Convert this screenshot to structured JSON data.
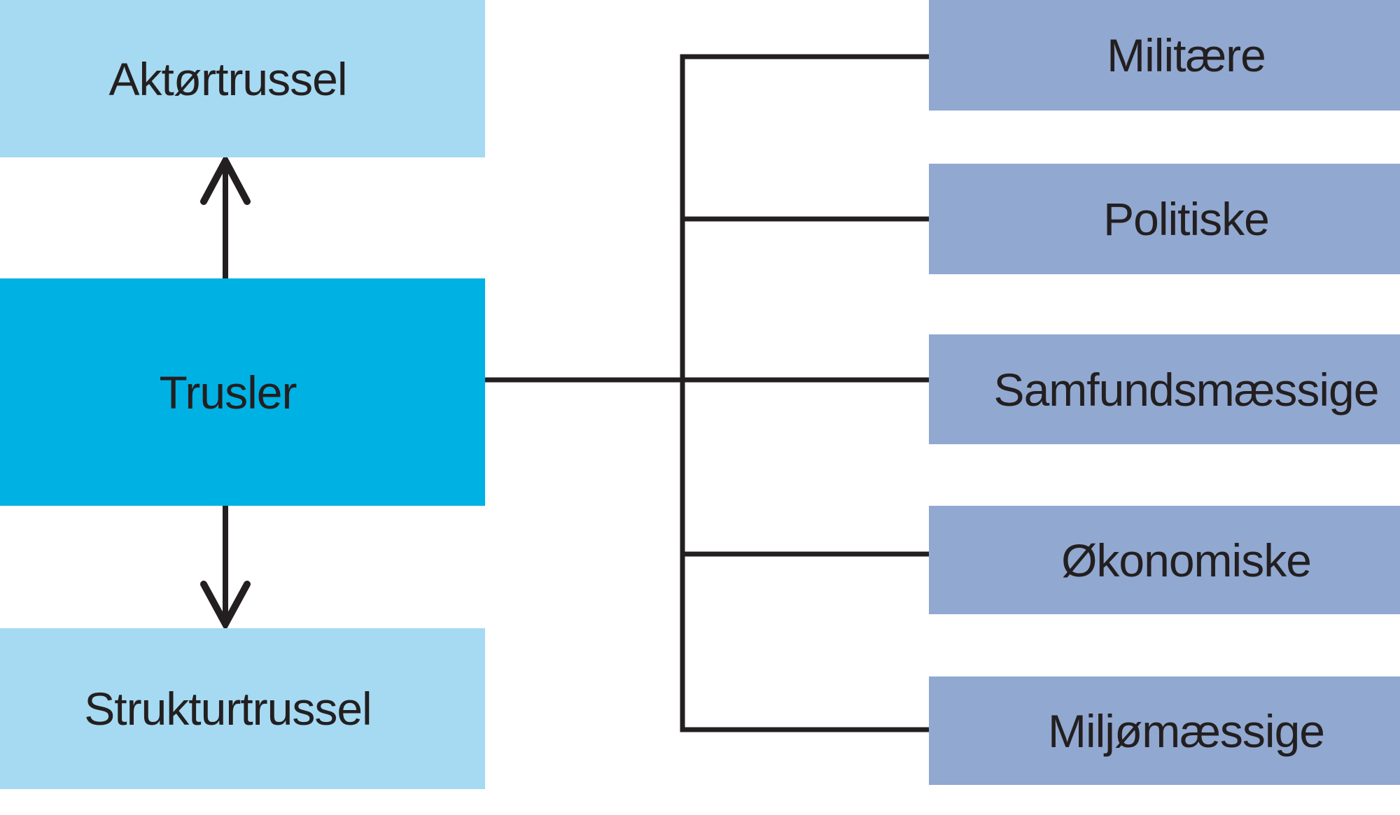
{
  "diagram": {
    "description": "Threat model diagram linking threat types to threat categories",
    "left_column": {
      "top_box": {
        "label": "Aktørtrussel"
      },
      "center_box": {
        "label": "Trusler"
      },
      "bottom_box": {
        "label": "Strukturtrussel"
      }
    },
    "right_column": {
      "boxes": [
        {
          "label": "Militære"
        },
        {
          "label": "Politiske"
        },
        {
          "label": "Samfundsmæssige"
        },
        {
          "label": "Økonomiske"
        },
        {
          "label": "Miljømæssige"
        }
      ]
    },
    "connections": {
      "vertical_arrows": [
        "Trusler ↔ Aktørtrussel (double-ended vertical arrow, up)",
        "Trusler ↔ Strukturtrussel (double-ended vertical arrow, down)"
      ],
      "bracket": "Trusler → Militære, Politiske, Samfundsmæssige, Økonomiske, Miljømæssige"
    }
  },
  "colors": {
    "light-blue": "#A5DAF2",
    "cyan": "#00B1E4",
    "slate-blue": "#91A8D1",
    "line": "#231F20",
    "text": "#231F20",
    "background": "#FFFFFF"
  }
}
